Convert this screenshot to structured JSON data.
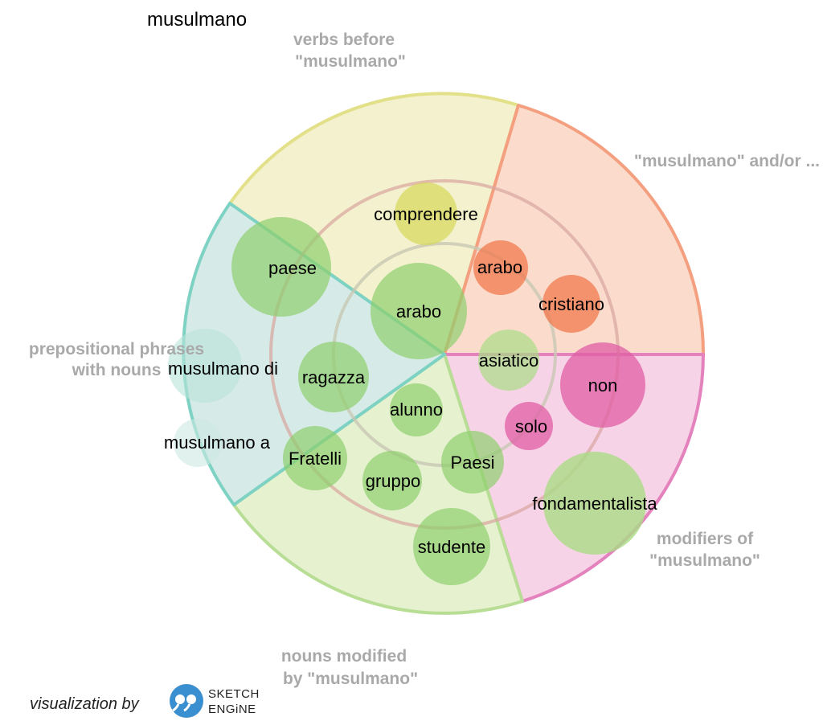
{
  "headword": "musulmano",
  "sections": {
    "verbs": {
      "line1": "verbs before",
      "line2": "\"musulmano\"",
      "color": "#d9dc6a"
    },
    "and_or": {
      "line1": "\"musulmano\" and/or ...",
      "color": "#f28c6a"
    },
    "modifiers": {
      "line1": "modifiers of",
      "line2": "\"musulmano\"",
      "color": "#e47ab9"
    },
    "nouns": {
      "line1": "nouns modified",
      "line2": "by \"musulmano\"",
      "color": "#9fd36e"
    },
    "prep": {
      "line1": "prepositional phrases",
      "line2": "with nouns",
      "color": "#79cfc0"
    }
  },
  "words": {
    "comprendere": "comprendere",
    "paese": "paese",
    "arabo_center": "arabo",
    "arabo_andor": "arabo",
    "cristiano": "cristiano",
    "asiatico": "asiatico",
    "non": "non",
    "solo": "solo",
    "fondamentalista": "fondamentalista",
    "ragazza": "ragazza",
    "alunno": "alunno",
    "fratelli": "Fratelli",
    "gruppo": "gruppo",
    "paesi": "Paesi",
    "studente": "studente",
    "musulmano_di": "musulmano di",
    "musulmano_a": "musulmano a"
  },
  "footer": {
    "text": "visualization by",
    "brand_line1": "SKETCH",
    "brand_line2": "ENGiNE",
    "logo_icon": "sketch-engine-logo-icon"
  }
}
